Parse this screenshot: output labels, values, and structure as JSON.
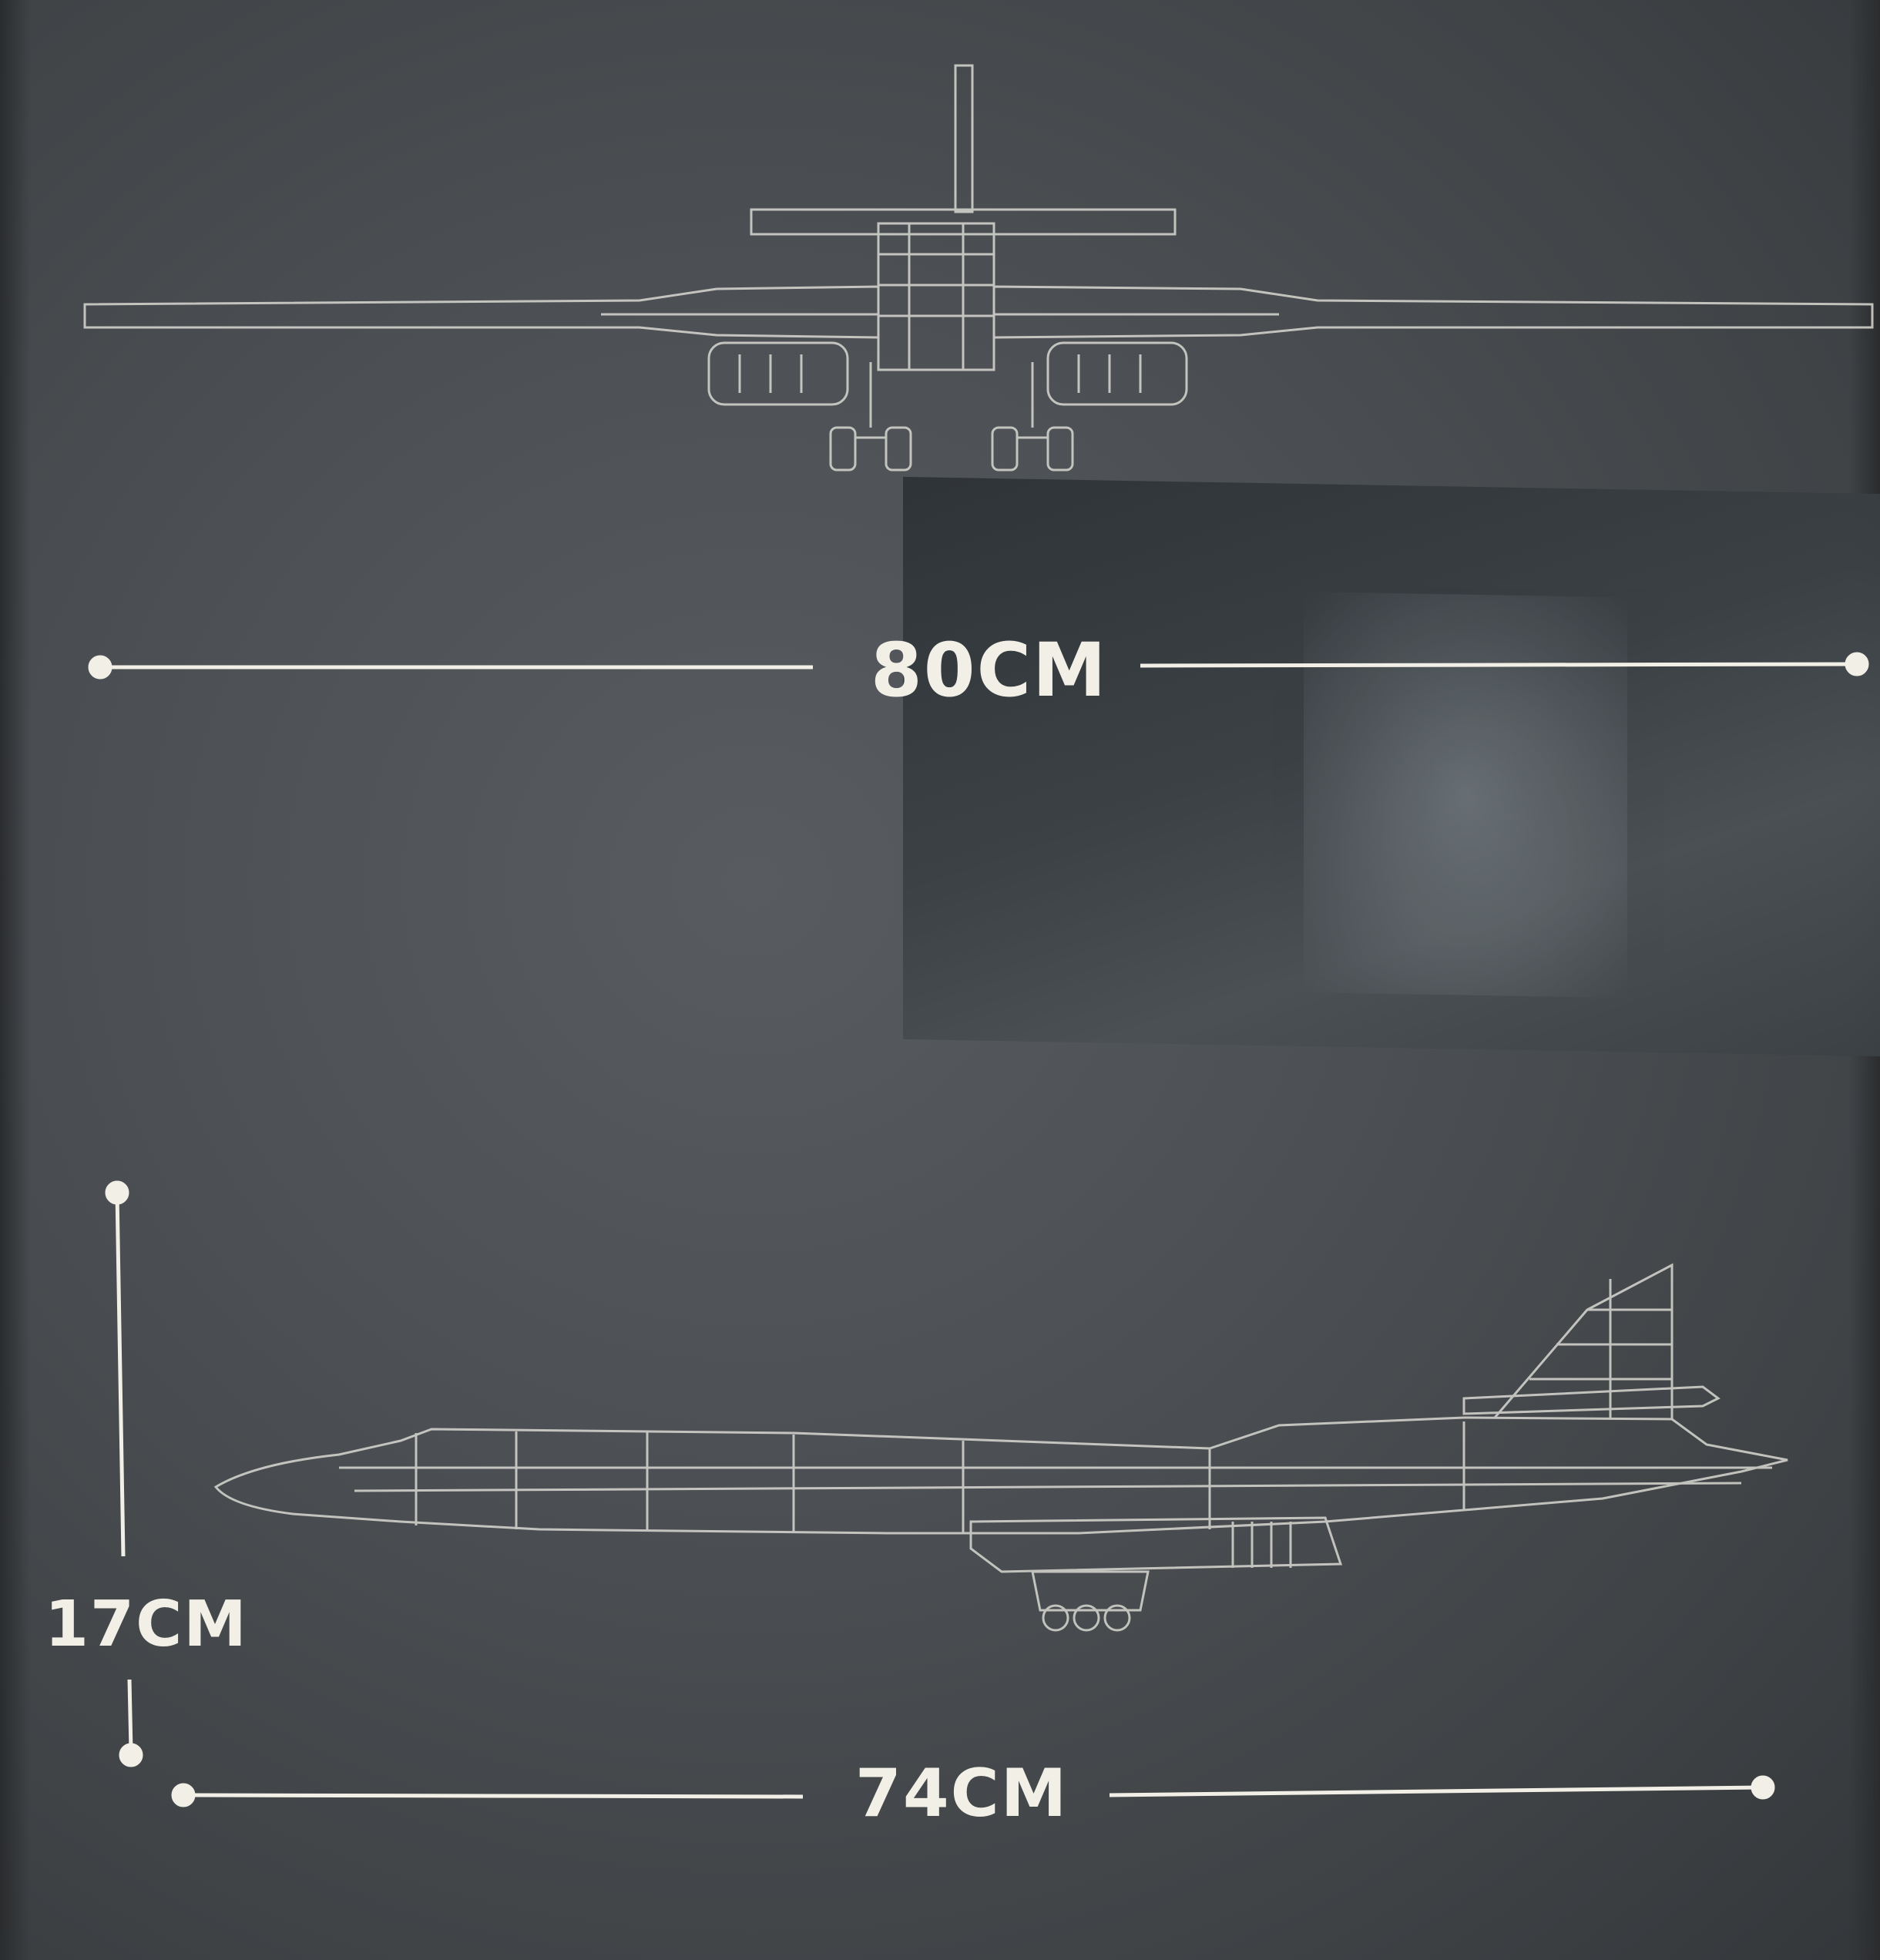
{
  "dimensions": {
    "wingspan_label": "80CM",
    "length_label": "74CM",
    "height_label": "17CM"
  },
  "colors": {
    "background": "#4c5054",
    "lines": "#f2efe6"
  }
}
